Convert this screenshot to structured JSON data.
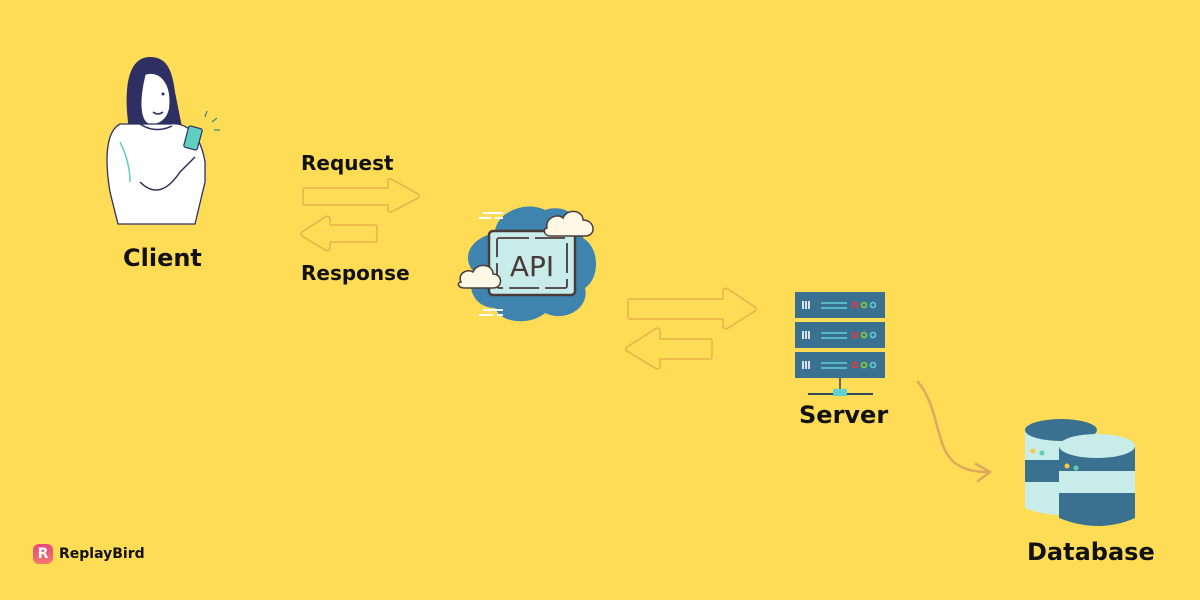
{
  "diagram": {
    "nodes": {
      "client": {
        "label": "Client",
        "icon": "woman-with-phone-icon"
      },
      "api": {
        "label": "API",
        "icon": "api-cloud-icon"
      },
      "server": {
        "label": "Server",
        "icon": "server-rack-icon"
      },
      "database": {
        "label": "Database",
        "icon": "database-cylinders-icon"
      }
    },
    "edges": {
      "request_label": "Request",
      "response_label": "Response"
    }
  },
  "brand": {
    "logo_letter": "R",
    "name": "ReplayBird"
  },
  "colors": {
    "background": "#FEDC56",
    "arrow_outline": "#E8B04A",
    "curve_arrow": "#E0A85A",
    "teal_dark": "#3A7090",
    "teal_light": "#C8ECEA",
    "cloud_blue": "#3F84AF"
  }
}
